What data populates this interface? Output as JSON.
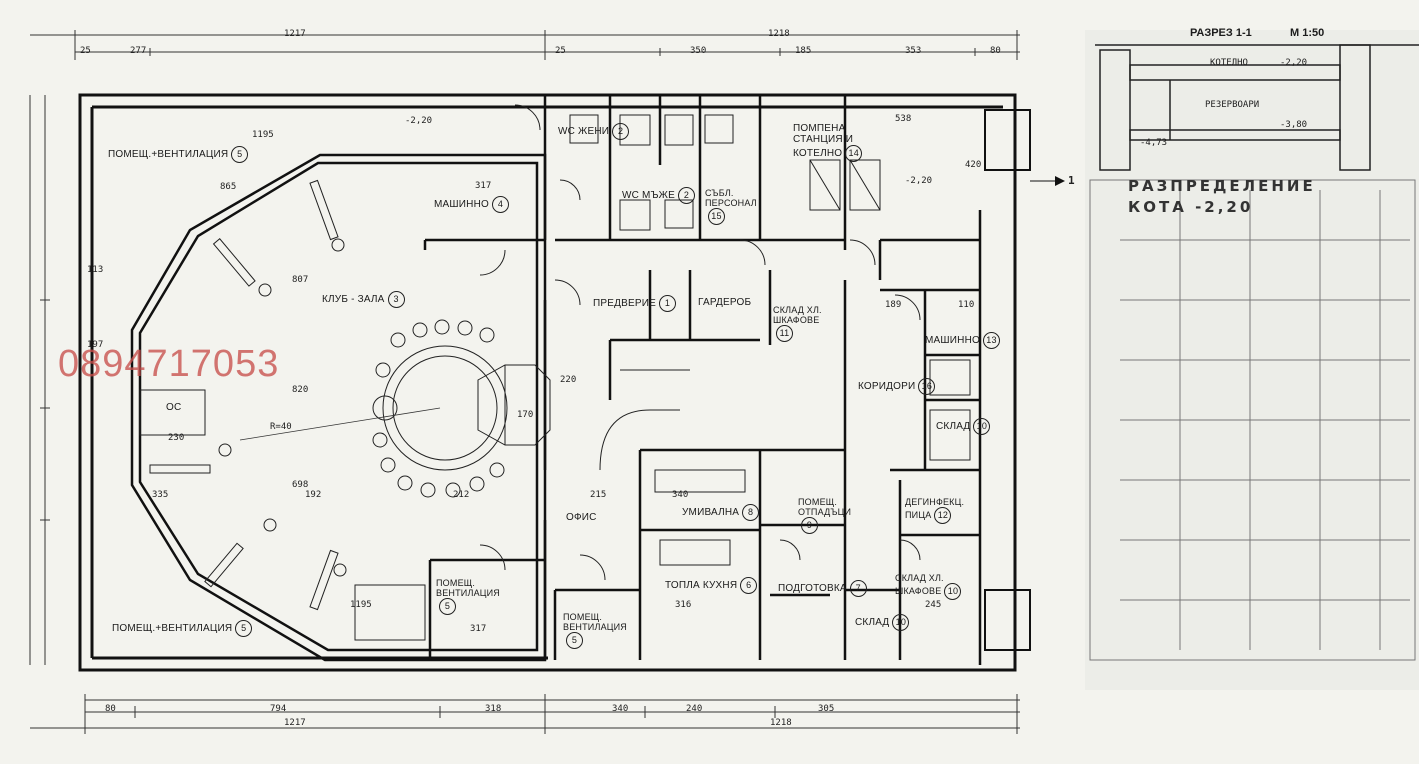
{
  "sheet": {
    "section_title": "РАЗРЕЗ 1-1",
    "scale": "М 1:50",
    "stamp_line1": "РАЗПРЕДЕЛЕНИЕ",
    "stamp_line2": "КОТА -2,20",
    "phone_watermark": "0894717053",
    "section_marker": "1"
  },
  "section_labels": {
    "boiler": "КОТЕЛНО",
    "tanks": "РЕЗЕРВОАРИ",
    "level1": "-2,20",
    "level2": "-3,80",
    "level3": "-4,73"
  },
  "rooms": [
    {
      "label": "ПОМЕЩ.+ВЕНТИЛАЦИЯ",
      "num": "5"
    },
    {
      "label": "МАШИННО",
      "num": "4"
    },
    {
      "label": "КЛУБ - ЗАЛА",
      "num": "3"
    },
    {
      "label": "WC ЖЕНИ",
      "num": "2"
    },
    {
      "label": "WC МЪЖЕ",
      "num": "2"
    },
    {
      "label": "СЪБЛ. ПЕРСОНАЛ",
      "num": "15"
    },
    {
      "label": "ПОМПЕНА СТАНЦИЯ И КОТЕЛНО",
      "num": "14"
    },
    {
      "label": "ПРЕДВЕРИЕ",
      "num": "1"
    },
    {
      "label": "ГАРДЕРОБ",
      "num": ""
    },
    {
      "label": "СКЛАД ХЛ. ШКАФОВЕ",
      "num": "11"
    },
    {
      "label": "МАШИННО",
      "num": "13"
    },
    {
      "label": "КОРИДОРИ",
      "num": "16"
    },
    {
      "label": "СКЛАД",
      "num": "10"
    },
    {
      "label": "ОФИС",
      "num": ""
    },
    {
      "label": "УМИВАЛНА",
      "num": "8"
    },
    {
      "label": "ПОМЕЩ. ОТПАДЪЦИ",
      "num": "9"
    },
    {
      "label": "ДЕГИНФЕКЦ. ПИЦА",
      "num": "12"
    },
    {
      "label": "ТОПЛА КУХНЯ",
      "num": "6"
    },
    {
      "label": "ПОДГОТОВКА",
      "num": "7"
    },
    {
      "label": "СКЛАД ХЛ. ШКАФОВЕ",
      "num": "10"
    },
    {
      "label": "СКЛАД",
      "num": "10"
    },
    {
      "label": "ПОМЕЩ. ВЕНТИЛАЦИЯ",
      "num": "5"
    },
    {
      "label": "ПОМЕЩ. ВЕНТИЛАЦИЯ",
      "num": "5"
    },
    {
      "label": "ПОМЕЩ.+ВЕНТИЛАЦИЯ",
      "num": "5"
    },
    {
      "label": "ОС",
      "num": ""
    }
  ],
  "dimensions": {
    "top_total_left": "1217",
    "top_total_right": "1218",
    "top_segments": [
      "25",
      "277",
      "25",
      "350",
      "185",
      "353",
      "80"
    ],
    "bottom_total_left": "1217",
    "bottom_total_right": "1218",
    "bottom_segments": [
      "80",
      "794",
      "318",
      "340",
      "240",
      "305"
    ],
    "interior": [
      "1195",
      "865",
      "317",
      "807",
      "820",
      "698",
      "1195",
      "317",
      "220",
      "170",
      "215",
      "340",
      "316",
      "245",
      "189",
      "110",
      "538",
      "420",
      "-2,20",
      "-2,20",
      "R=40",
      "113",
      "197",
      "192",
      "212",
      "335",
      "230"
    ]
  }
}
